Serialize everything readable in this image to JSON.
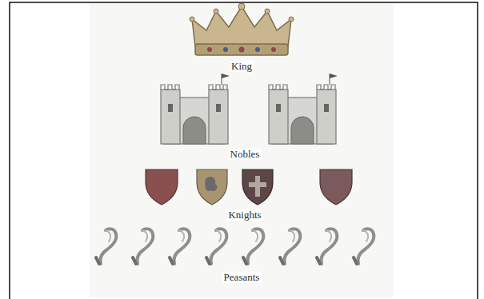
{
  "diagram": {
    "labels": [
      "King",
      "Nobles",
      "Knights",
      "Peasants"
    ]
  }
}
